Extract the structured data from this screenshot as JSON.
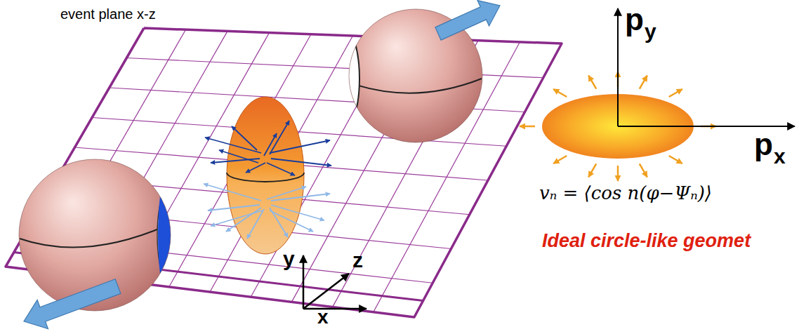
{
  "diagram": {
    "labels": [
      "event plane x-z",
      "y",
      "z",
      "x",
      "p",
      "y",
      "p",
      "x",
      "vₙ = ⟨cos n(φ−Ψₙ)⟩",
      "Ideal circle-like geomet"
    ]
  }
}
